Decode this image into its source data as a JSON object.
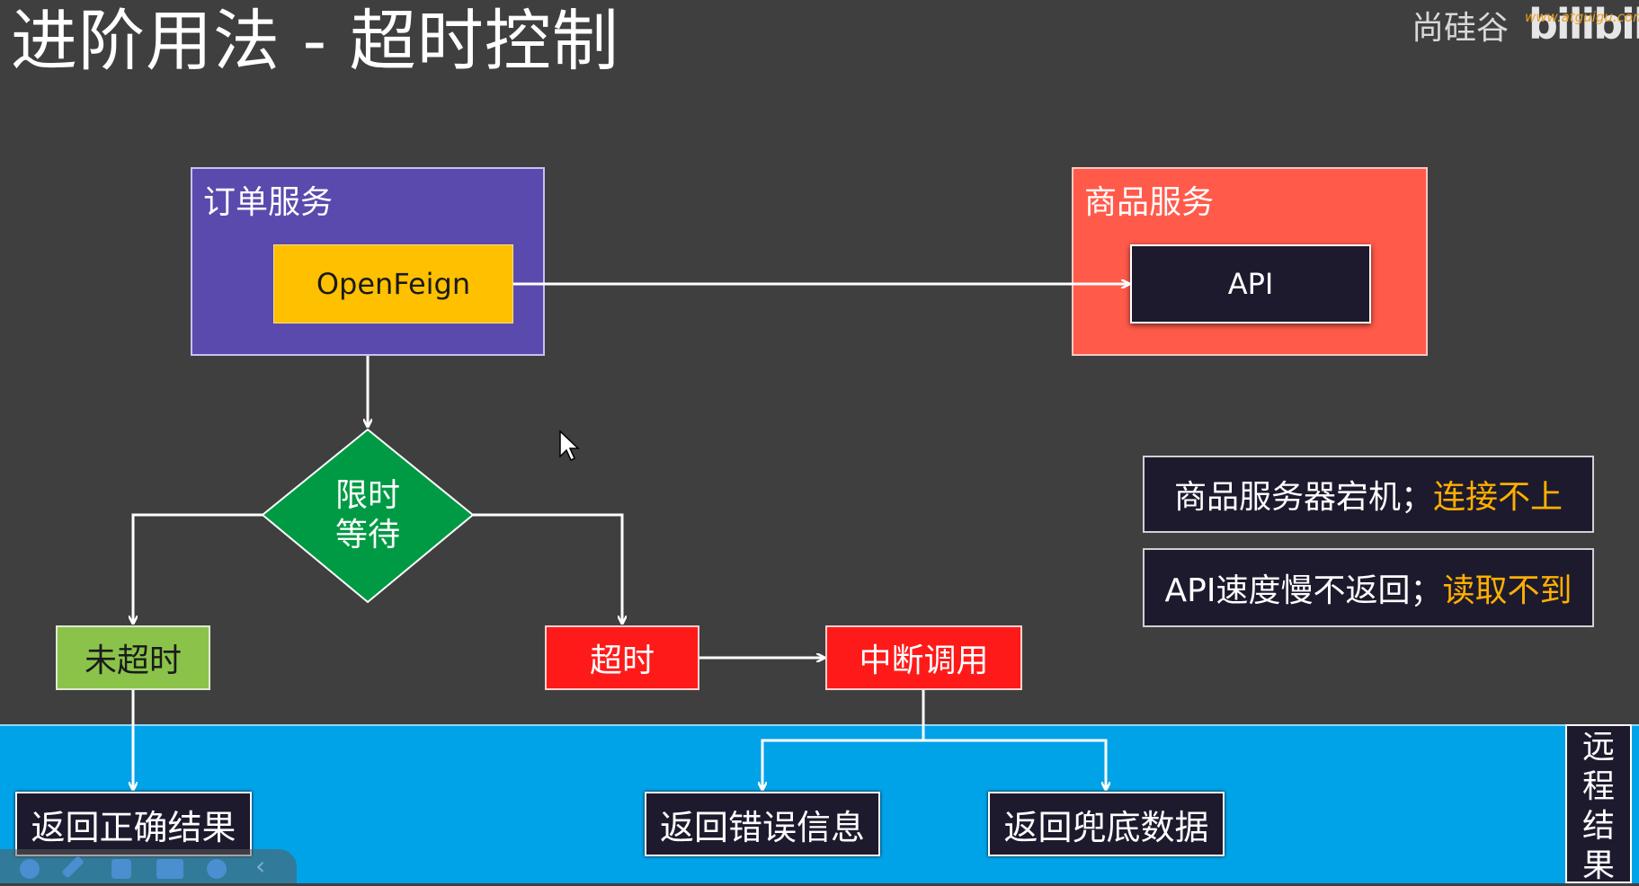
{
  "title": "进阶用法 - 超时控制",
  "logo": {
    "brand": "尚硅谷",
    "url": "www.atguigu.com",
    "bili": "bilibili"
  },
  "order_service": {
    "label": "订单服务",
    "inner": "OpenFeign"
  },
  "product_service": {
    "label": "商品服务",
    "inner": "API"
  },
  "decision": {
    "line1": "限时",
    "line2": "等待"
  },
  "not_timeout": "未超时",
  "timeout": "超时",
  "interrupt": "中断调用",
  "results": {
    "correct": "返回正确结果",
    "error": "返回错误信息",
    "fallback": "返回兜底数据"
  },
  "notes": [
    {
      "text": "商品服务器宕机；",
      "highlight": "连接不上"
    },
    {
      "text": "API速度慢不返回；",
      "highlight": "读取不到"
    }
  ],
  "side_label": [
    "远",
    "程",
    "结",
    "果"
  ],
  "colors": {
    "background": "#3f3f3f",
    "order_service": "#5b4aad",
    "openfeign": "#ffc000",
    "product_service": "#ff5a4a",
    "api": "#1e1a2e",
    "decision": "#009a44",
    "not_timeout": "#8bc34a",
    "timeout": "#ff1a1a",
    "band": "#00a2e8",
    "highlight": "#ffb000"
  }
}
